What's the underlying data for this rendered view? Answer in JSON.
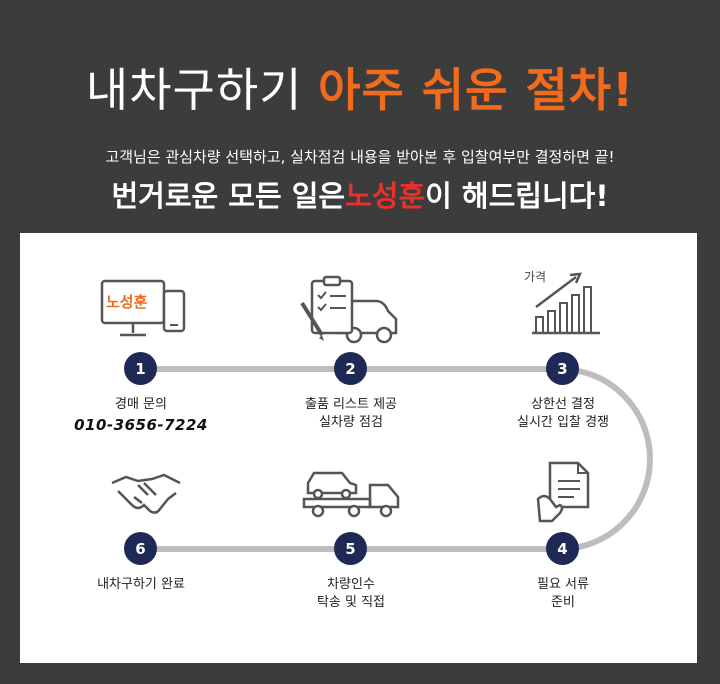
{
  "header": {
    "title_main": "내차구하기",
    "title_accent": "아주 쉬운 절차!",
    "subtitle": "고객님은 관심차량 선택하고, 실차점검 내용을 받아본 후 입찰여부만 결정하면 끝!",
    "headline_before": "번거로운 모든 일은",
    "headline_brand": "노성훈",
    "headline_after": "이 해드립니다!"
  },
  "colors": {
    "background": "#3c3c3c",
    "accent": "#f26a1b",
    "brand": "#e8302c",
    "step_circle": "#1e2a55"
  },
  "steps": [
    {
      "num": "1",
      "line1": "경매 문의",
      "line2": "010-3656-7224",
      "icon": "monitor-phone-icon",
      "logo_text": "노성훈"
    },
    {
      "num": "2",
      "line1": "출품 리스트 제공",
      "line2": "실차량 점검",
      "icon": "clipboard-car-icon"
    },
    {
      "num": "3",
      "line1": "상한선 결정",
      "line2": "실시간 입찰 경쟁",
      "icon": "price-chart-icon",
      "chart_label": "가격"
    },
    {
      "num": "4",
      "line1": "필요 서류",
      "line2": "준비",
      "icon": "document-hand-icon"
    },
    {
      "num": "5",
      "line1": "차량인수",
      "line2": "탁송 및 직접",
      "icon": "tow-truck-icon"
    },
    {
      "num": "6",
      "line1": "내차구하기 완료",
      "icon": "handshake-icon"
    }
  ]
}
